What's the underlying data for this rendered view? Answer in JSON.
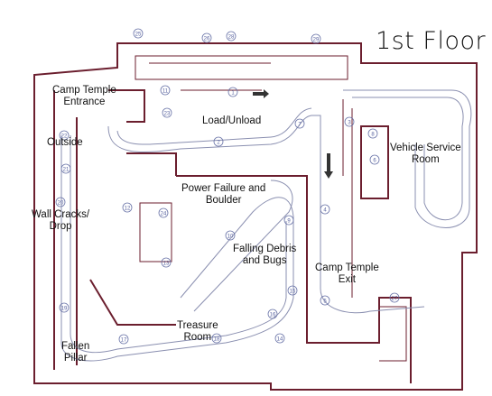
{
  "floor_title": "1st Floor",
  "labels": {
    "camp_temple_entrance": "Camp Temple\nEntrance",
    "outside": "Outside",
    "load_unload": "Load/Unload",
    "vehicle_service_room": "Vehicle Service\nRoom",
    "power_failure_and_boulder": "Power Failure and\nBoulder",
    "wall_cracks_drop": "Wall Cracks/\nDrop",
    "falling_debris_and_bugs": "Falling Debris\nand Bugs",
    "camp_temple_exit": "Camp Temple\nExit",
    "treasure_room": "Treasure\nRoom",
    "fallen_pillar": "Fallen\nPillar"
  },
  "markers": [
    "1",
    "2",
    "3",
    "4",
    "5",
    "6",
    "7",
    "8",
    "9",
    "10",
    "11",
    "12",
    "13",
    "14",
    "15",
    "16",
    "17",
    "18",
    "19",
    "20",
    "21",
    "22",
    "23",
    "24",
    "25",
    "26",
    "27",
    "28",
    "29"
  ],
  "colors": {
    "walls": "#6b1e2e",
    "track": "#8a8fb0",
    "ink": "#111111"
  }
}
